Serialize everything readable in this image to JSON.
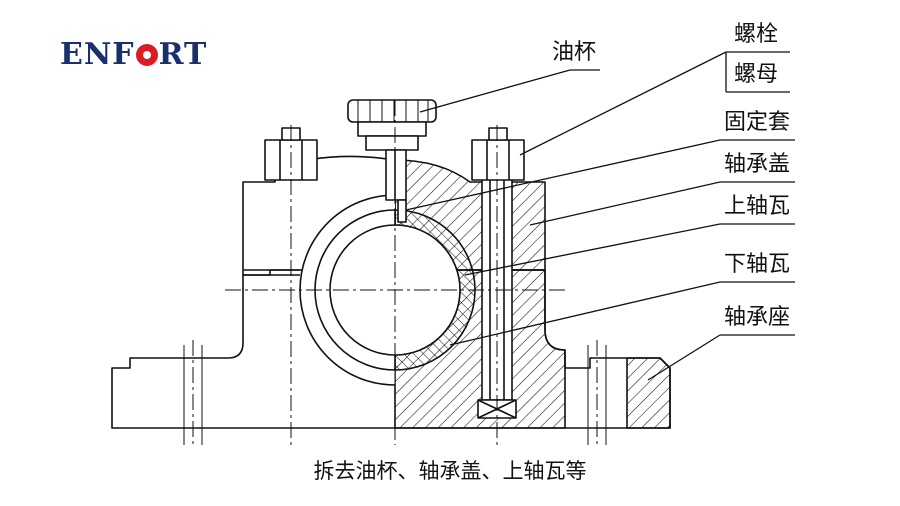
{
  "logo": {
    "before": "ENF",
    "after": "RT"
  },
  "labels": {
    "oil_cup": "油杯",
    "bolt": "螺栓",
    "nut": "螺母",
    "retaining_sleeve": "固定套",
    "bearing_cap": "轴承盖",
    "upper_bush": "上轴瓦",
    "lower_bush": "下轴瓦",
    "bearing_seat": "轴承座"
  },
  "caption": "拆去油杯、轴承盖、上轴瓦等"
}
